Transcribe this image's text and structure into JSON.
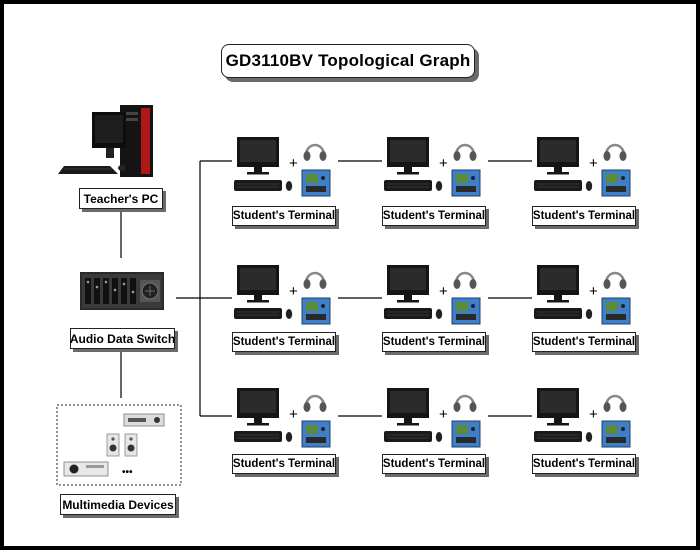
{
  "title": "GD3110BV Topological Graph",
  "nodes": {
    "teacher_pc": "Teacher's PC",
    "audio_switch": "Audio Data Switch",
    "multimedia": "Multimedia Devices"
  },
  "terminal_label": "Student's Terminal",
  "plus_sign": "+",
  "ellipsis": "•••",
  "terminals": [
    {
      "label": "Student's Terminal"
    },
    {
      "label": "Student's Terminal"
    },
    {
      "label": "Student's Terminal"
    },
    {
      "label": "Student's Terminal"
    },
    {
      "label": "Student's Terminal"
    },
    {
      "label": "Student's Terminal"
    },
    {
      "label": "Student's Terminal"
    },
    {
      "label": "Student's Terminal"
    },
    {
      "label": "Student's Terminal"
    }
  ],
  "colors": {
    "frame": "#000000",
    "label_shadow": "#6a6a6a",
    "monitor": "#151515",
    "panel_blue": "#3f7fc8",
    "lcd_green": "#5a8a3a",
    "switch_body": "#2a2a2a",
    "pc_red": "#b01818"
  }
}
